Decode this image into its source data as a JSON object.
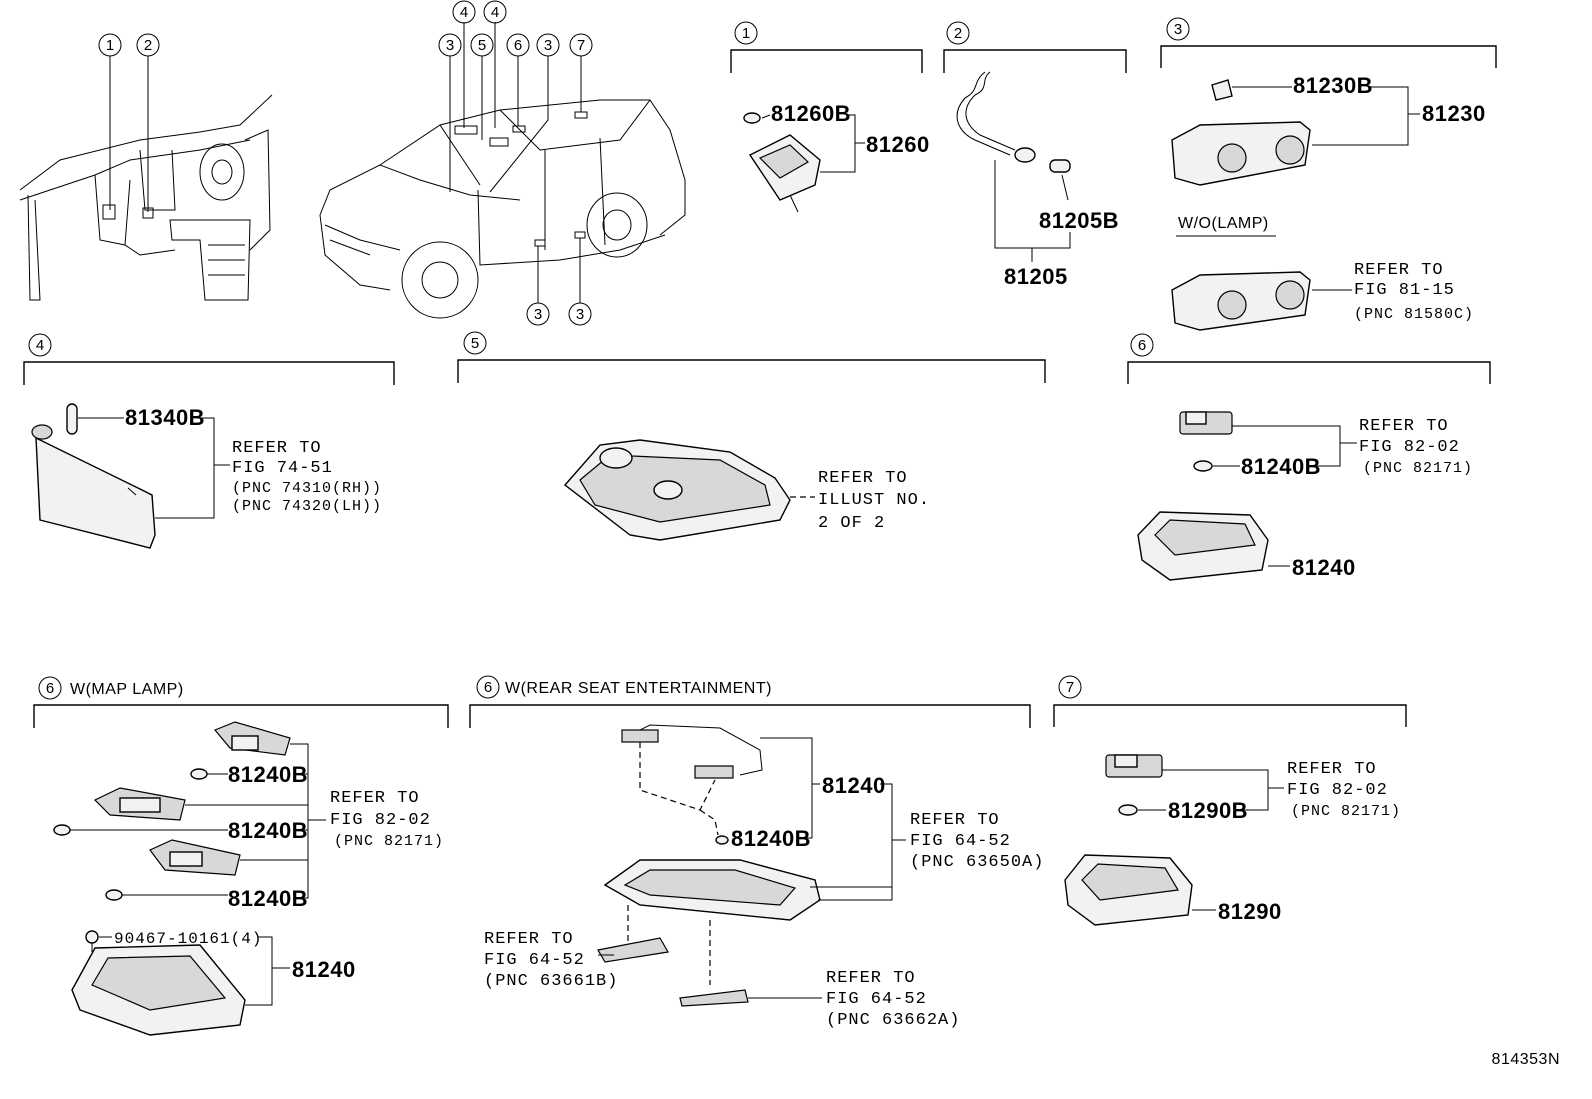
{
  "diagram_id": "814353N",
  "callouts": {
    "c1": "1",
    "c2": "2",
    "c3": "3",
    "c4": "4",
    "c5": "5",
    "c6": "6",
    "c7": "7"
  },
  "sections": {
    "s1": {
      "num": "1",
      "parts": {
        "bulb": "81260B",
        "assy": "81260"
      }
    },
    "s2": {
      "num": "2",
      "parts": {
        "bulb": "81205B",
        "assy": "81205"
      }
    },
    "s3": {
      "num": "3",
      "parts": {
        "bulb": "81230B",
        "assy": "81230"
      },
      "variant_label": "W/O(LAMP)",
      "refer": [
        "REFER TO",
        "FIG 81-15",
        "(PNC 81580C)"
      ]
    },
    "s4": {
      "num": "4",
      "parts": {
        "bulb": "81340B"
      },
      "refer": [
        "REFER TO",
        "FIG 74-51",
        "(PNC 74310(RH))",
        "(PNC 74320(LH))"
      ]
    },
    "s5": {
      "num": "5",
      "refer": [
        "REFER TO",
        "ILLUST NO.",
        "2 OF 2"
      ]
    },
    "s6": {
      "num": "6",
      "parts": {
        "bulb": "81240B",
        "assy": "81240"
      },
      "refer": [
        "REFER TO",
        "FIG 82-02",
        "(PNC 82171)"
      ]
    },
    "s6_map": {
      "num": "6",
      "title": "W(MAP LAMP)",
      "parts": {
        "bulb1": "81240B",
        "bulb2": "81240B",
        "bulb3": "81240B",
        "screw": "90467-10161(4)",
        "assy": "81240"
      },
      "refer": [
        "REFER TO",
        "FIG 82-02",
        "(PNC 82171)"
      ]
    },
    "s6_rse": {
      "num": "6",
      "title": "W(REAR SEAT ENTERTAINMENT)",
      "parts": {
        "assy": "81240",
        "bulb": "81240B"
      },
      "refer_a": [
        "REFER TO",
        "FIG 64-52",
        "(PNC 63650A)"
      ],
      "refer_b": [
        "REFER TO",
        "FIG 64-52",
        "(PNC 63661B)"
      ],
      "refer_c": [
        "REFER TO",
        "FIG 64-52",
        "(PNC 63662A)"
      ]
    },
    "s7": {
      "num": "7",
      "parts": {
        "bulb": "81290B",
        "assy": "81290"
      },
      "refer": [
        "REFER TO",
        "FIG 82-02",
        "(PNC 82171)"
      ]
    }
  }
}
